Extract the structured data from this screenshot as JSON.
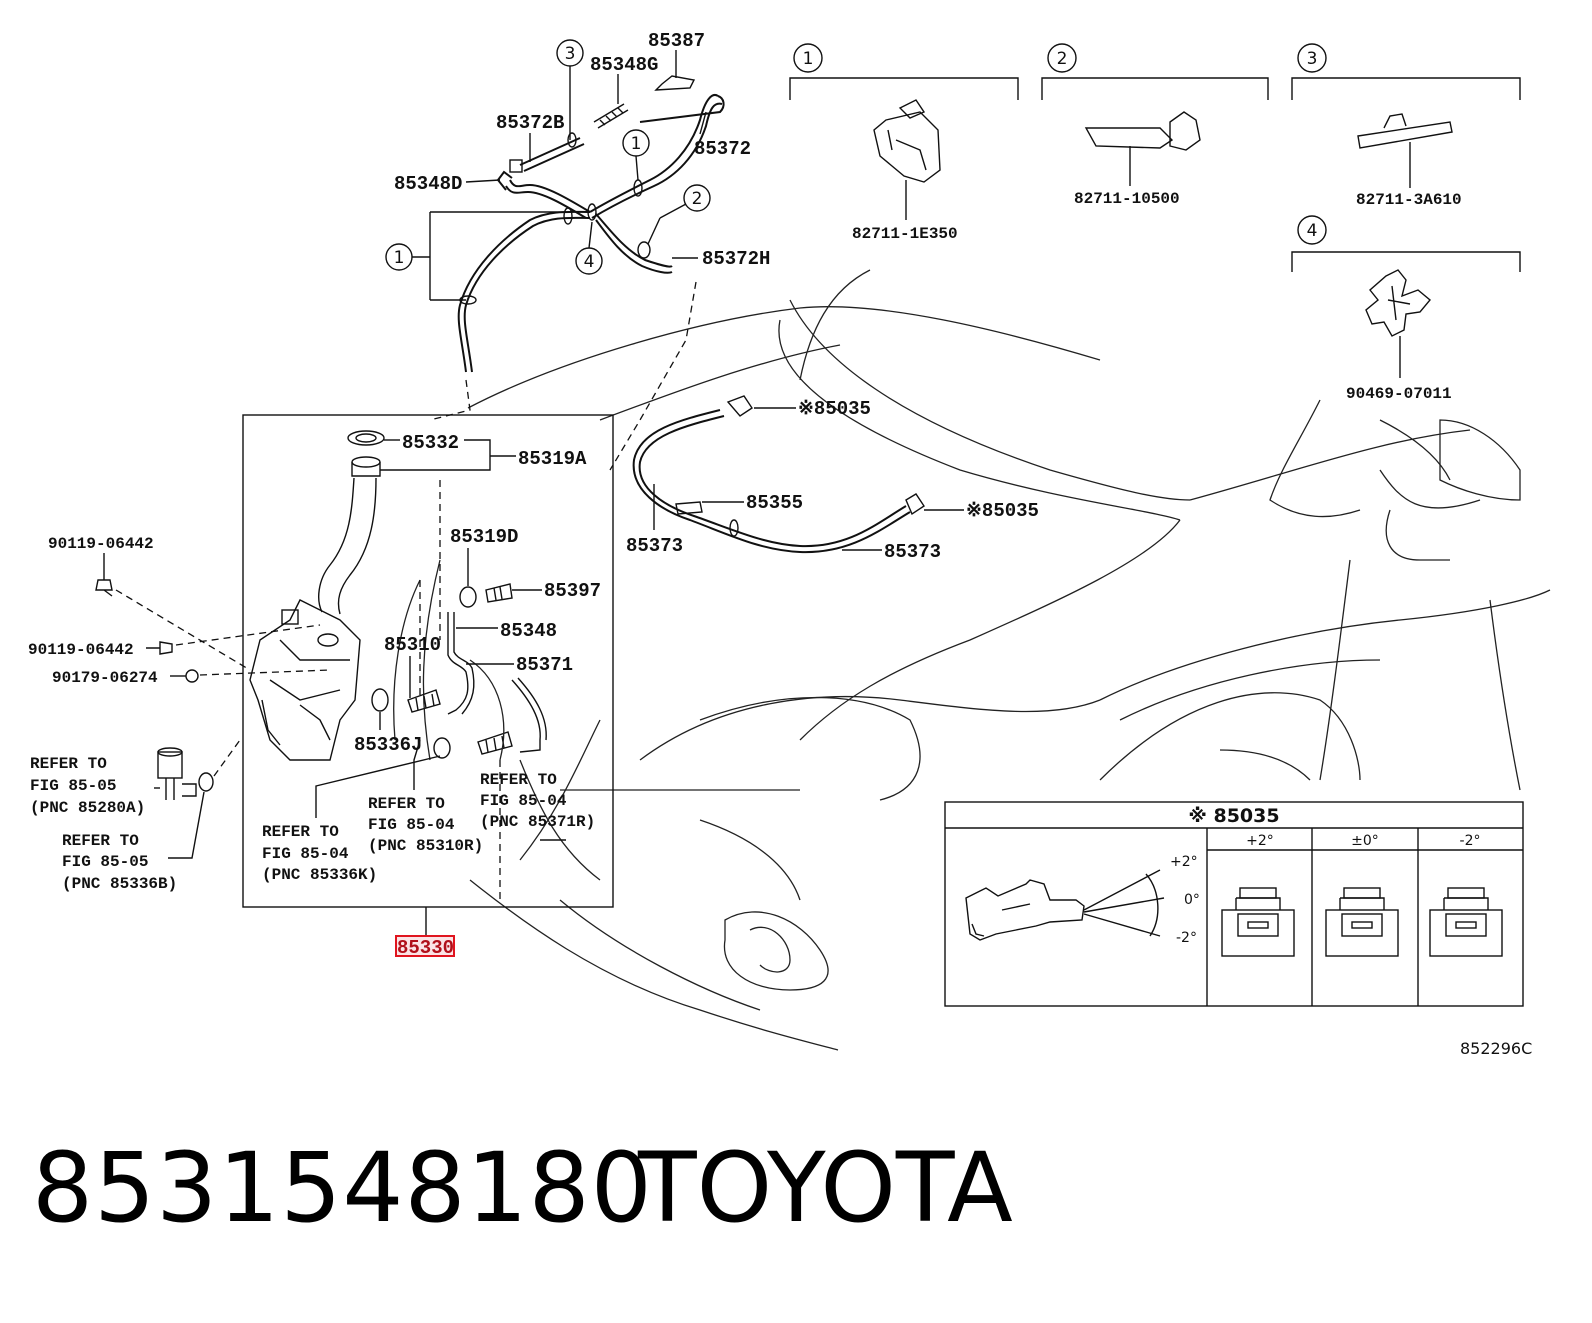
{
  "diagram_code": "852296C",
  "footer": {
    "part_number": "8531548180",
    "brand": "TOYOTA"
  },
  "callouts": {
    "c1": "1",
    "c2": "2",
    "c3": "3",
    "c4": "4"
  },
  "clip_panels": [
    {
      "num": "1",
      "part": "82711-1E350"
    },
    {
      "num": "2",
      "part": "82711-10500"
    },
    {
      "num": "3",
      "part": "82711-3A610"
    },
    {
      "num": "4",
      "part": "90469-07011"
    }
  ],
  "labels": {
    "p85387": "85387",
    "p85348G": "85348G",
    "p85372B": "85372B",
    "p85372": "85372",
    "p85348D": "85348D",
    "p85372H": "85372H",
    "p85035a": "※85035",
    "p85035b": "※85035",
    "p85355": "85355",
    "p85373a": "85373",
    "p85373b": "85373",
    "p85332": "85332",
    "p85319A": "85319A",
    "p85319D": "85319D",
    "p85397": "85397",
    "p85348": "85348",
    "p85310": "85310",
    "p85371": "85371",
    "p85336J": "85336J",
    "p90119a": "90119-06442",
    "p90119b": "90119-06442",
    "p90179": "90179-06274",
    "p85330": "85330"
  },
  "refs": {
    "r1": [
      "REFER TO",
      "FIG 85-05",
      "(PNC 85280A)"
    ],
    "r2": [
      "REFER TO",
      "FIG 85-05",
      "(PNC 85336B)"
    ],
    "r3": [
      "REFER TO",
      "FIG 85-04",
      "(PNC 85336K)"
    ],
    "r4": [
      "REFER TO",
      "FIG 85-04",
      "(PNC 85310R)"
    ],
    "r5": [
      "REFER TO",
      "FIG 85-04",
      "(PNC 85371R)"
    ]
  },
  "inset": {
    "title": "※ 85035",
    "columns": [
      "+2°",
      "±0°",
      "-2°"
    ],
    "angles": [
      "+2°",
      "0°",
      "-2°"
    ]
  },
  "colors": {
    "highlight": "#e0141e",
    "line": "#111111"
  }
}
